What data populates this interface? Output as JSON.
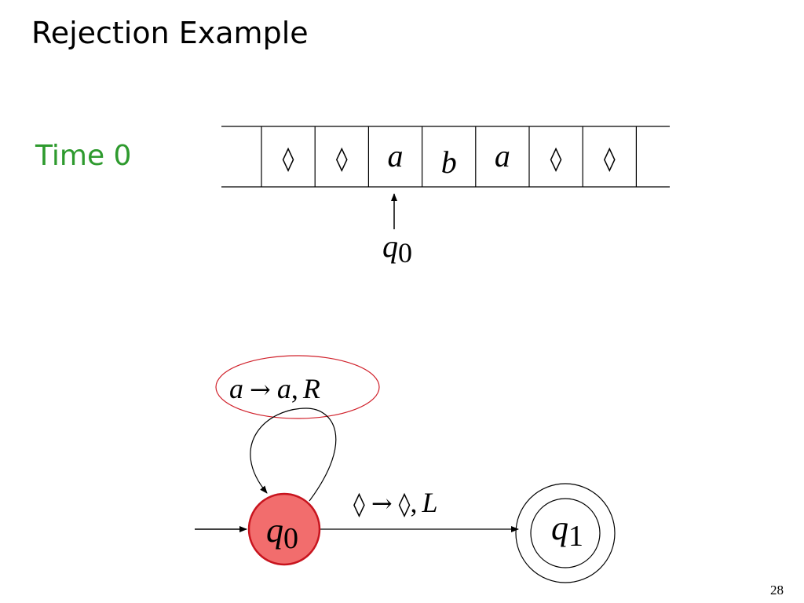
{
  "slide": {
    "title": "Rejection Example",
    "time_label": "Time 0",
    "page_number": "28"
  },
  "tape": {
    "cells": [
      "◊",
      "◊",
      "a",
      "b",
      "a",
      "◊",
      "◊"
    ],
    "head_state": {
      "name": "q",
      "sub": "0"
    }
  },
  "machine": {
    "states": [
      {
        "name": "q",
        "sub": "0",
        "current": true,
        "accepting": false
      },
      {
        "name": "q",
        "sub": "1",
        "current": false,
        "accepting": true
      }
    ],
    "self_loop": {
      "read": "a",
      "arrow": "→",
      "write": "a",
      "comma": ",",
      "move": "R",
      "highlighted": true
    },
    "transition": {
      "read": "◊",
      "arrow": "→",
      "write": "◊",
      "comma": ",",
      "move": "L"
    }
  },
  "colors": {
    "current_state_fill": "#f26d6d",
    "current_state_stroke": "#c8141e",
    "highlight_oval": "#d0202a",
    "time_label": "#2e9a2e"
  }
}
